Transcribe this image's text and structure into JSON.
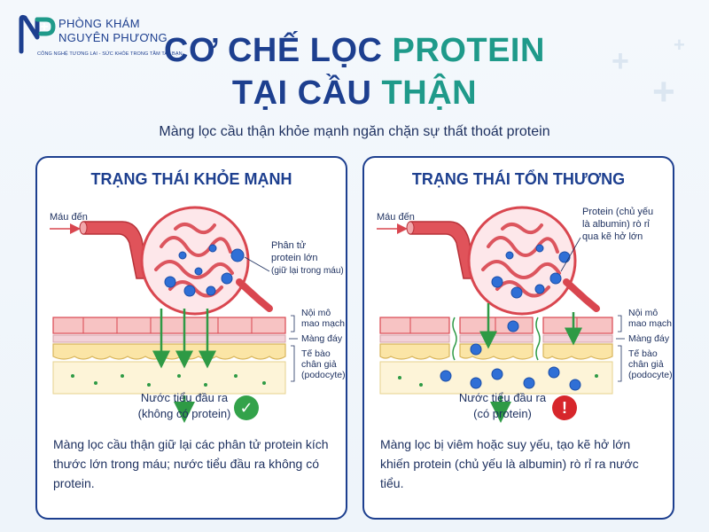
{
  "logo": {
    "line1": "PHÒNG KHÁM",
    "line2": "NGUYÊN PHƯƠNG",
    "tagline": "CÔNG NGHỆ TƯƠNG LAI - SỨC KHỎE TRONG TẦM TAY BẠN"
  },
  "title": {
    "line1_a": "CƠ CHẾ LỌC ",
    "line1_b": "PROTEIN",
    "line2_a": "TẠI CẦU ",
    "line2_b": "THẬN"
  },
  "subtitle": "Màng lọc cầu thận khỏe mạnh ngăn chặn sự thất thoát protein",
  "colors": {
    "brand_blue": "#1d3f8f",
    "brand_teal": "#1f9a8a",
    "vessel_red": "#d9464f",
    "protein_blue": "#2f6fd6",
    "filter_green": "#2e9a45",
    "ok_green": "#33a24a",
    "alert_red": "#d7262b"
  },
  "healthy": {
    "title": "TRẠNG THÁI KHỎE MẠNH",
    "blood_in": "Máu đến",
    "molecule_line1": "Phân tử",
    "molecule_line2": "protein lớn",
    "molecule_line3": "(giữ lại trong máu)",
    "layer1_line1": "Nội mô",
    "layer1_line2": "mao mạch",
    "layer2": "Màng đáy",
    "layer3_line1": "Tế bào",
    "layer3_line2": "chân giả",
    "layer3_line3": "(podocyte)",
    "urine_line1": "Nước tiểu đầu ra",
    "urine_line2": "(không có protein)",
    "status_icon": "check-icon",
    "desc": "Màng lọc cầu thận giữ lại các phân tử protein kích thước lớn trong máu; nước tiểu đầu ra không có protein."
  },
  "damaged": {
    "title": "TRẠNG THÁI TỔN THƯƠNG",
    "blood_in": "Máu đến",
    "leak_line1": "Protein (chủ yếu",
    "leak_line2": "là albumin) rò rỉ",
    "leak_line3": "qua kẽ hở lớn",
    "layer1_line1": "Nội mô",
    "layer1_line2": "mao mạch",
    "layer2": "Màng đáy",
    "layer3_line1": "Tế bào",
    "layer3_line2": "chân giả",
    "layer3_line3": "(podocyte)",
    "urine_line1": "Nước tiểu đầu ra",
    "urine_line2": "(có protein)",
    "status_icon": "exclamation-icon",
    "desc": "Màng lọc bị viêm hoặc suy yếu, tạo kẽ hở lớn khiến protein (chủ yếu là albumin) rò rỉ ra nước tiểu."
  }
}
